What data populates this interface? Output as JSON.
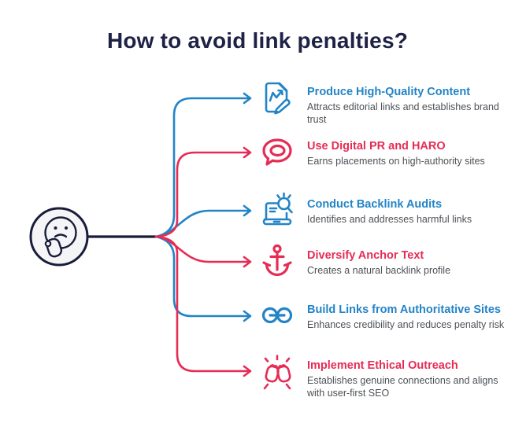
{
  "title": "How to avoid link penalties?",
  "colors": {
    "blue": "#2284c6",
    "red": "#e62c55",
    "navy": "#1e2245",
    "line": "#191d3a",
    "description_text": "#4d5156",
    "circle_fill": "#f5f5f7"
  },
  "center": {
    "icon": "thinking-face-icon"
  },
  "items": [
    {
      "title": "Produce High-Quality Content",
      "description": "Attracts editorial links and establishes brand trust",
      "color": "blue",
      "icon": "document-chart-pencil-icon"
    },
    {
      "title": "Use Digital PR and HARO",
      "description": "Earns placements on high-authority sites",
      "color": "red",
      "icon": "speech-bubble-icon"
    },
    {
      "title": "Conduct Backlink Audits",
      "description": "Identifies and addresses harmful links",
      "color": "blue",
      "icon": "laptop-magnifier-icon"
    },
    {
      "title": "Diversify Anchor Text",
      "description": "Creates a natural backlink profile",
      "color": "red",
      "icon": "anchor-icon"
    },
    {
      "title": "Build Links from Authoritative Sites",
      "description": "Enhances credibility and reduces penalty risk",
      "color": "blue",
      "icon": "chain-link-icon"
    },
    {
      "title": "Implement Ethical Outreach",
      "description": "Establishes genuine connections and aligns with user-first SEO",
      "color": "red",
      "icon": "fist-bump-icon"
    }
  ]
}
